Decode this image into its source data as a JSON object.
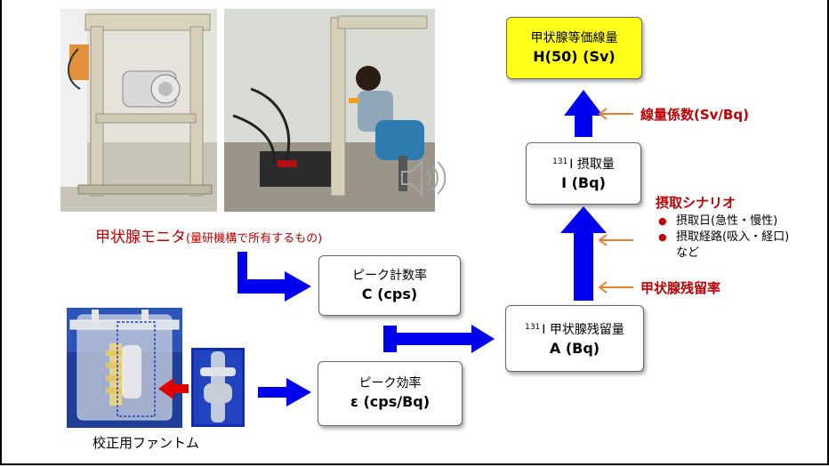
{
  "colors": {
    "accent_red": "#c00000",
    "arrow_blue": "#0000ee",
    "small_arrow_orange": "#ed7d31",
    "result_fill": "#ffff1a",
    "text": "#000000"
  },
  "photos": {
    "monitor_photo_1_icon": "thyroid-monitor-photo-icon",
    "monitor_photo_2_icon": "thyroid-monitor-in-use-photo-icon",
    "phantom_photo_icon": "thyroid-phantom-photo-icon",
    "phantom_insert_icon": "phantom-insert-photo-icon",
    "audio_icon": "speaker-icon"
  },
  "labels": {
    "monitor_title": "甲状腺モニタ",
    "monitor_note": "(量研機構で所有するもの)",
    "phantom_caption": "校正用ファントム"
  },
  "boxes": {
    "peak_count": {
      "line1": "ピーク計数率",
      "line2": "C (cps)"
    },
    "peak_eff": {
      "line1": "ピーク効率",
      "line2": "ε (cps/Bq)"
    },
    "retention": {
      "sup": "131",
      "line1": "I 甲状腺残留量",
      "line2": "A (Bq)"
    },
    "intake": {
      "sup": "131",
      "line1": "I  摂取量",
      "line2": "I (Bq)"
    },
    "result": {
      "line1": "甲状腺等価線量",
      "line2": "H(50) (Sv)"
    }
  },
  "factors": {
    "dose_coeff": "線量係数(Sv/Bq)",
    "scenario_title": "摂取シナリオ",
    "scenario_items": [
      "摂取日(急性・慢性)",
      "摂取経路(吸入・経口)"
    ],
    "scenario_tail": "など",
    "retention_rate": "甲状腺残留率"
  }
}
